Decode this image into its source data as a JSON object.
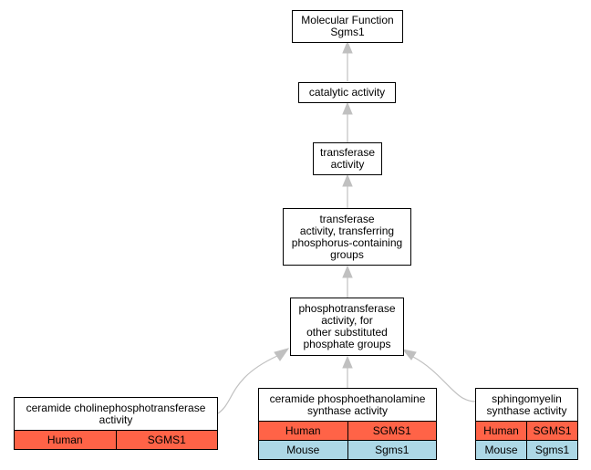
{
  "colors": {
    "human": "#ff6347",
    "mouse": "#add8e6",
    "edge": "#c0c0c0"
  },
  "nodes": {
    "molecular_function": "Molecular Function\nSgms1",
    "catalytic_activity": "catalytic activity",
    "transferase_activity": "transferase\nactivity",
    "transferase_phosphorus": "transferase\nactivity, transferring\nphosphorus-containing\ngroups",
    "phosphotransferase": "phosphotransferase\nactivity, for\nother substituted\nphosphate groups"
  },
  "leaves": [
    {
      "title": "ceramide cholinephosphotransferase\nactivity",
      "rows": [
        {
          "species": "Human",
          "gene": "SGMS1"
        }
      ]
    },
    {
      "title": "ceramide phosphoethanolamine\nsynthase activity",
      "rows": [
        {
          "species": "Human",
          "gene": "SGMS1"
        },
        {
          "species": "Mouse",
          "gene": "Sgms1"
        }
      ]
    },
    {
      "title": "sphingomyelin\nsynthase activity",
      "rows": [
        {
          "species": "Human",
          "gene": "SGMS1"
        },
        {
          "species": "Mouse",
          "gene": "Sgms1"
        }
      ]
    }
  ]
}
